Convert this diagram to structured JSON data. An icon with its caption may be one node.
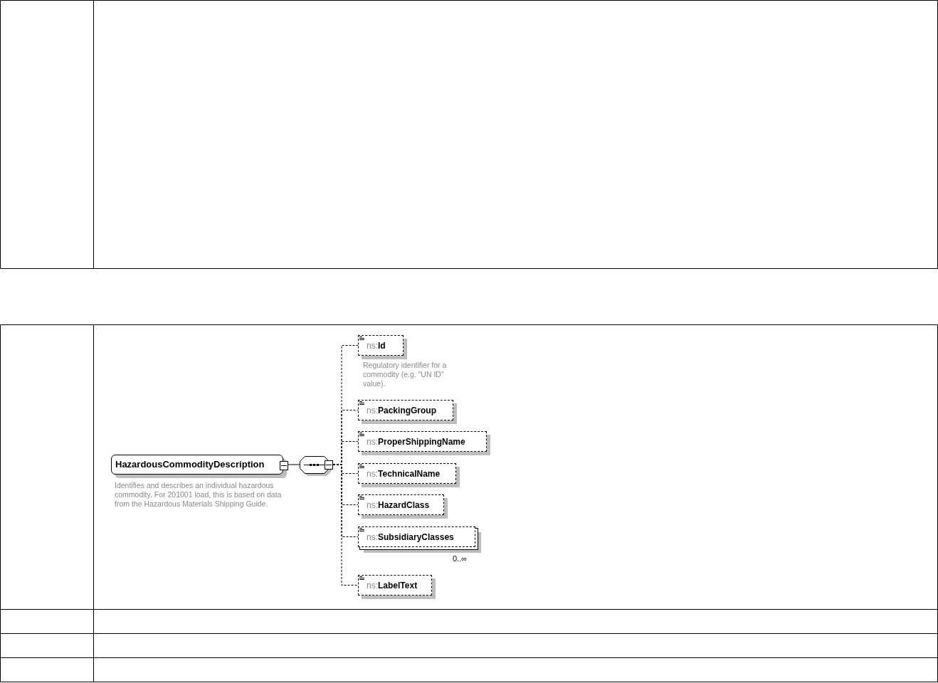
{
  "diagram": {
    "nodes": [
      {
        "text": [
          "HazardousCommodityDescription"
        ],
        "beside": [
          "Identifies and describes an individual hazardous commodity. For 201001 load, this is based on data from the Hazardous Materials Shipping Guide."
        ]
      },
      {
        "text": [],
        "shape": "octagon"
      },
      {
        "text": [
          "ns:**Id**"
        ],
        "beside": [
          "Regulatory identifier for a commodity (e.g. \"UN ID\" value)."
        ]
      },
      {
        "text": [
          "ns:**PackingGroup**"
        ]
      },
      {
        "text": [
          "ns:**ProperShippingName**"
        ]
      },
      {
        "text": [
          "ns:**TechnicalName**"
        ]
      },
      {
        "text": [
          "ns:**HazardClass**"
        ]
      },
      {
        "text": [
          "ns:**SubsidiaryClasses**"
        ],
        "beside": [
          "0..∞"
        ]
      },
      {
        "text": [
          "ns:**LabelText**"
        ]
      }
    ],
    "edges": [
      {
        "from": 0,
        "to": 1,
        "arrow": "none"
      },
      {
        "from": 1,
        "to": 2,
        "arrow": "none",
        "style": "dashed"
      },
      {
        "from": 1,
        "to": 3,
        "arrow": "none",
        "style": "dashed"
      },
      {
        "from": 1,
        "to": 4,
        "arrow": "none",
        "style": "dashed"
      },
      {
        "from": 1,
        "to": 5,
        "arrow": "none",
        "style": "dashed"
      },
      {
        "from": 1,
        "to": 6,
        "arrow": "none",
        "style": "dashed"
      },
      {
        "from": 1,
        "to": 7,
        "arrow": "none",
        "style": "dashed"
      },
      {
        "from": 1,
        "to": 8,
        "arrow": "none",
        "style": "dashed"
      }
    ]
  }
}
